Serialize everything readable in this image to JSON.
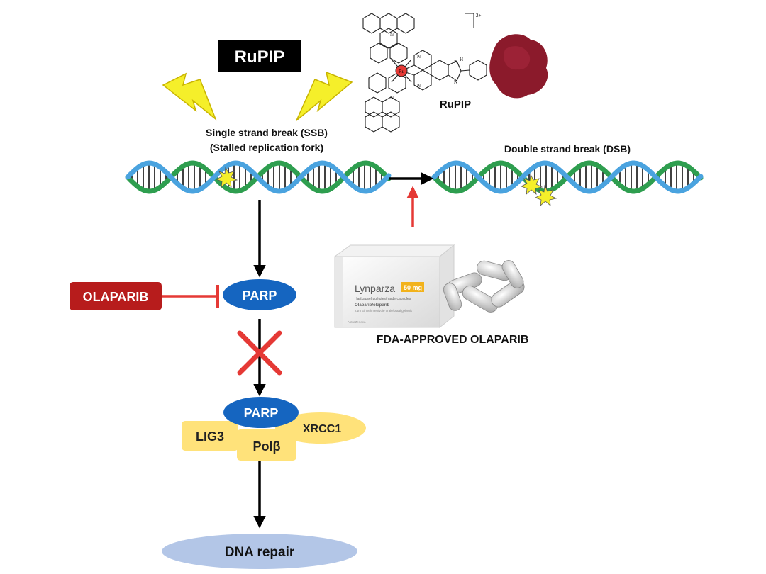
{
  "title_box": {
    "label": "RuPIP",
    "bg": "#000000",
    "fg": "#ffffff"
  },
  "molecule": {
    "label": "RuPIP",
    "metal_label": "Ru",
    "charge_label": "2+",
    "atom_label": "N",
    "nh_label": "H",
    "metal_color": "#e53935",
    "powder_color": "#8b1a2b"
  },
  "ssb": {
    "line1": "Single strand break (SSB)",
    "line2": "(Stalled replication fork)"
  },
  "dsb": {
    "label": "Double strand break (DSB)"
  },
  "olaparib_box": {
    "label": "OLAPARIB",
    "bg": "#b71c1c",
    "fg": "#ffffff"
  },
  "parp_top": {
    "label": "PARP",
    "color": "#1565c0"
  },
  "complex": {
    "parp_label": "PARP",
    "xrcc1_label": "XRCC1",
    "lig3_label": "LIG3",
    "polb_label": "Polβ",
    "yellow": "#ffe27a",
    "blue": "#1565c0"
  },
  "repair": {
    "label": "DNA repair",
    "color": "#b3c6e7"
  },
  "drug_box": {
    "brand": "Lynparza",
    "dose": "50 mg",
    "line1": "Hartkapseln/gélules/harde capsules",
    "line2": "Olaparib/olaparib",
    "line3": "Zum Einnehmen/voie orale/oraal gebruik",
    "maker": "AstraZeneca"
  },
  "fda_label": "FDA-APPROVED OLAPARIB",
  "colors": {
    "inhibit": "#e53935",
    "arrow": "#000000",
    "bolt": "#f5ef2a",
    "dna_blue": "#4aa3df",
    "dna_green": "#2e9e4f"
  }
}
